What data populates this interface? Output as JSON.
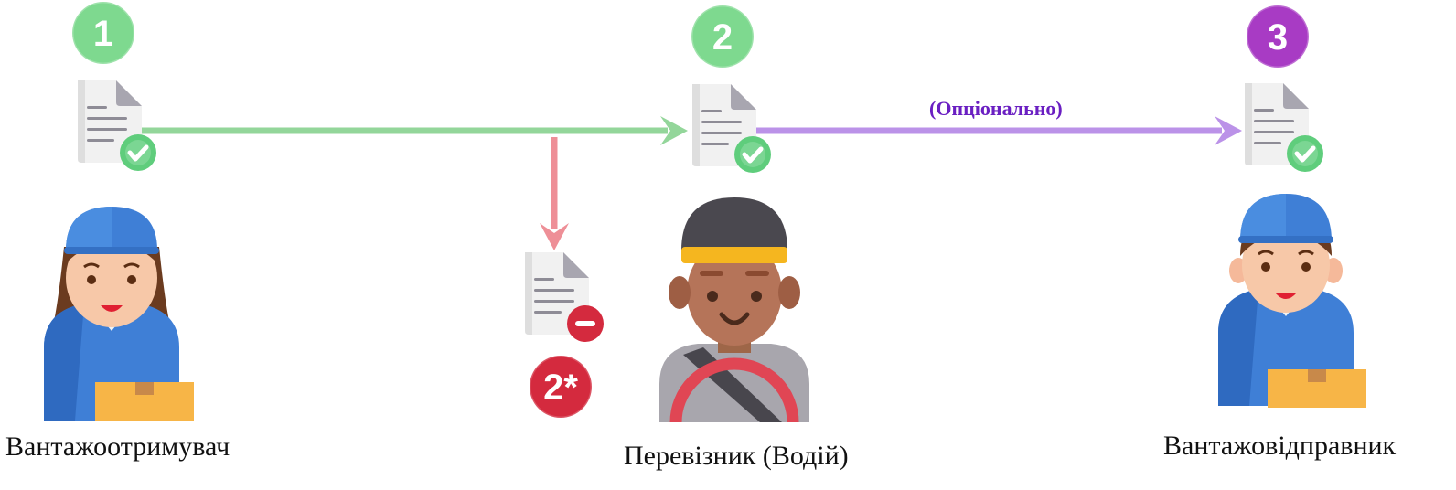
{
  "steps": [
    {
      "number": "1",
      "color": "#7ed98f"
    },
    {
      "number": "2",
      "color": "#7ed98f"
    },
    {
      "number": "3",
      "color": "#a83bc4"
    },
    {
      "number": "2*",
      "color": "#d42a3e"
    }
  ],
  "arrows": {
    "main_color": "#93d69a",
    "optional_color": "#bb92e8",
    "reject_color": "#ee8f97",
    "optional_label": "(Опціонально)"
  },
  "actors": {
    "receiver": "Вантажоотримувач",
    "carrier": "Перевізник (Водій)",
    "shipper": "Вантажовідправник"
  },
  "icons": {
    "document_approved": "document-check-icon",
    "document_rejected": "document-minus-icon"
  }
}
